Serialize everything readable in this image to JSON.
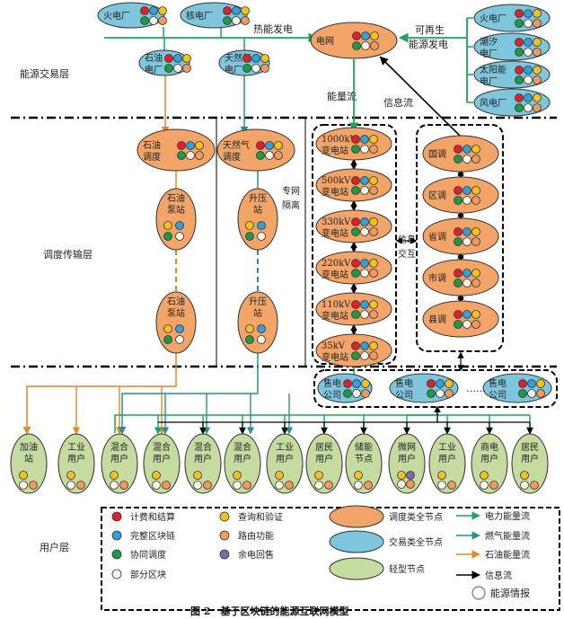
{
  "caption": "图 2　基于区块链的能源互联网模型",
  "watermark": "能源情报",
  "colors": {
    "dispatch_fill": "#f3a468",
    "trade_fill": "#7fc6dd",
    "light_fill": "#c6dba0",
    "power_flow": "#1fa45a",
    "gas_flow": "#2d8f93",
    "oil_flow": "#e3891f",
    "info_flow": "#000000",
    "dot_red": "#e0202a",
    "dot_blue": "#2fa1dc",
    "dot_green": "#1c9a48",
    "dot_white": "#fbf3ea",
    "dot_yellow": "#f3c21c",
    "dot_orange": "#f09a5d",
    "dot_purple": "#7e6aa8"
  },
  "layers": {
    "energy_trade": "能源交易层",
    "dispatch": "调度传输层",
    "user": "用户层"
  },
  "flow_labels": {
    "thermal_power_gen": "热能发电",
    "renewable_gen_1": "可再生",
    "renewable_gen_2": "能源发电",
    "energy_flow": "能量流",
    "info_flow": "信息流",
    "private_net_1": "专网",
    "private_net_2": "隔离",
    "info_exchange_1": "信息",
    "info_exchange_2": "交互"
  },
  "nodes": {
    "thermal_plant": "火电厂",
    "nuclear_plant": "核电厂",
    "oil_plant": [
      "石油",
      "电厂"
    ],
    "gas_plant": [
      "天然气",
      "电厂"
    ],
    "grid": "电网",
    "renewables": [
      [
        "火电厂"
      ],
      [
        "潮汐",
        "电厂"
      ],
      [
        "太阳能",
        "电厂"
      ],
      [
        "风电厂"
      ]
    ],
    "oil_dispatch": [
      "石油",
      "调度"
    ],
    "gas_dispatch": [
      "天然气",
      "调度"
    ],
    "oil_pump_1": [
      "石油",
      "泵站"
    ],
    "oil_pump_2": [
      "石油",
      "泵站"
    ],
    "boost_1": [
      "升压",
      "站"
    ],
    "boost_2": [
      "升压",
      "站"
    ],
    "substations": [
      [
        "1000kV",
        "变电站"
      ],
      [
        "500kV",
        "变电站"
      ],
      [
        "330kV",
        "变电站"
      ],
      [
        "220kV",
        "变电站"
      ],
      [
        "110kV",
        "变电站"
      ],
      [
        "35kV",
        "变电站"
      ]
    ],
    "dispatch_levels": [
      "国调",
      "区调",
      "省调",
      "市调",
      "县调"
    ],
    "sales_companies": [
      [
        "售电",
        "公司"
      ],
      [
        "售电",
        "公司"
      ],
      [
        "售电",
        "公司"
      ]
    ],
    "sales_ellipsis": "……",
    "users": [
      [
        "加油",
        "站"
      ],
      [
        "工业",
        "用户"
      ],
      [
        "混合",
        "用户"
      ],
      [
        "混合",
        "用户"
      ],
      [
        "混合",
        "用户"
      ],
      [
        "混合",
        "用户"
      ],
      [
        "工业",
        "用户"
      ],
      [
        "居民",
        "用户"
      ],
      [
        "储能",
        "节点"
      ],
      [
        "微网",
        "用户"
      ],
      [
        "工业",
        "用户"
      ],
      [
        "商电",
        "用户"
      ],
      [
        "居民",
        "用户"
      ]
    ]
  },
  "legend": {
    "functions": [
      {
        "label": "计费和结算",
        "color": "dot_red"
      },
      {
        "label": "完整区块链",
        "color": "dot_blue"
      },
      {
        "label": "协同调度",
        "color": "dot_green"
      },
      {
        "label": "部分区块",
        "color": "dot_white"
      },
      {
        "label": "查询和验证",
        "color": "dot_yellow"
      },
      {
        "label": "路由功能",
        "color": "dot_orange"
      },
      {
        "label": "余电回售",
        "color": "dot_purple"
      }
    ],
    "node_types": [
      {
        "label": "调度类全节点",
        "fill": "dispatch_fill"
      },
      {
        "label": "交易类全节点",
        "fill": "trade_fill"
      },
      {
        "label": "轻型节点",
        "fill": "light_fill"
      }
    ],
    "flows": [
      {
        "label": "电力能量流",
        "color": "power_flow"
      },
      {
        "label": "燃气能量流",
        "color": "gas_flow"
      },
      {
        "label": "石油能量流",
        "color": "oil_flow"
      },
      {
        "label": "信息流",
        "color": "info_flow"
      }
    ]
  }
}
